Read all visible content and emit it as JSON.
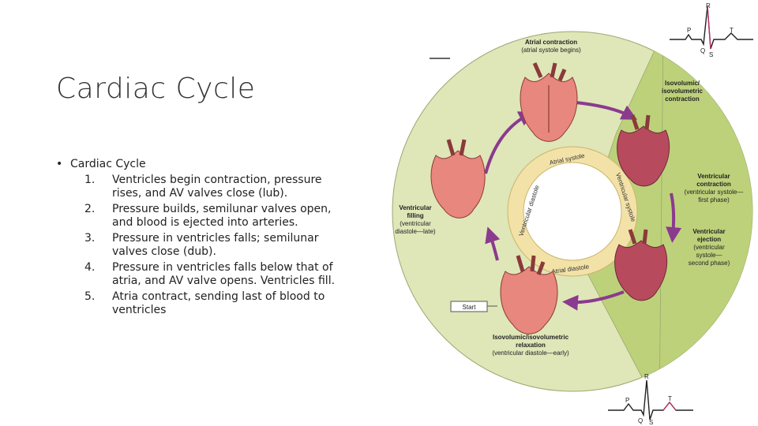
{
  "slide": {
    "title": "Cardiac Cycle",
    "bullet": "Cardiac Cycle",
    "steps": [
      {
        "num": "1.",
        "text": "Ventricles begin contraction, pressure rises, and AV valves close (lub)."
      },
      {
        "num": "2.",
        "text": "Pressure builds, semilunar valves open, and blood is ejected into arteries."
      },
      {
        "num": "3.",
        "text": "Pressure in ventricles falls; semilunar valves close (dub)."
      },
      {
        "num": "4.",
        "text": "Pressure in ventricles falls below that of atria, and AV valve opens. Ventricles fill."
      },
      {
        "num": "5.",
        "text": "Atria contract, sending last of blood to ventricles"
      }
    ]
  },
  "diagram": {
    "atrial_contraction": {
      "title": "Atrial contraction",
      "sub": "(atrial systole begins)"
    },
    "isovolumic_contraction": {
      "line1": "Isovolumic/",
      "line2": "isovolumetric",
      "line3": "contraction"
    },
    "ventricular_contraction": {
      "line1": "Ventricular",
      "line2": "contraction",
      "line3": "(ventricular systole—",
      "line4": "first phase)"
    },
    "ventricular_ejection": {
      "line1": "Ventricular",
      "line2": "ejection",
      "line3": "(ventricular",
      "line4": "systole—",
      "line5": "second phase)"
    },
    "ventricular_filling": {
      "line1": "Ventricular",
      "line2": "filling",
      "line3": "(ventricular",
      "line4": "diastole—late)"
    },
    "isovolumic_relaxation": {
      "line1": "Isovolumic/isovolumetric",
      "line2": "relaxation",
      "line3": "(ventricular diastole—early)"
    },
    "start_label": "Start",
    "ring": {
      "atrial_systole": "Atrial systole",
      "atrial_diastole": "Atrial diastole",
      "ventricular_diastole": "Ventricular diastole",
      "ventricular_systole": "Ventricular systole"
    },
    "ecg_top": {
      "r": "R",
      "p": "P",
      "t": "T",
      "q": "Q",
      "s": "S"
    },
    "ecg_bottom": {
      "r": "R",
      "p": "P",
      "t": "T",
      "q": "Q",
      "s": "S"
    }
  },
  "colors": {
    "outer_disc": "#dfe6b8",
    "systole_wedge": "#bdd17a",
    "inner_ring": "#f3e2a8",
    "arrow": "#8a3a8f",
    "heart": "#e8877d",
    "heart_dark": "#b84a5e"
  }
}
